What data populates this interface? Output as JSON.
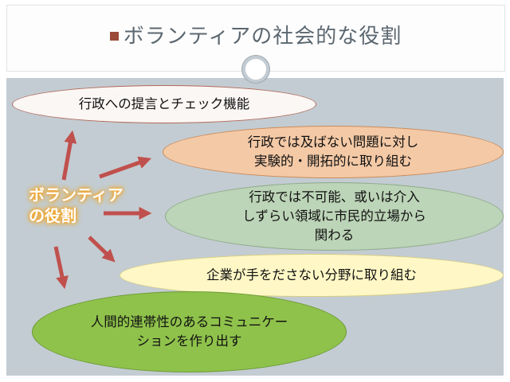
{
  "slide": {
    "title": "ボランティアの社会的な役割",
    "center_label_lines": [
      "ボランティア",
      "の役割"
    ],
    "items": [
      {
        "lines": [
          "行政への提言とチェック機能"
        ]
      },
      {
        "lines": [
          "行政では及ばない問題に対し",
          "実験的・開拓的に取り組む"
        ]
      },
      {
        "lines": [
          "行政では不可能、或いは介入",
          "しずらい領域に市民的立場から",
          "関わる"
        ]
      },
      {
        "lines": [
          "企業が手をださない分野に取り組む"
        ]
      },
      {
        "lines": [
          "人間的連帯性のあるコミュニケー",
          "ションを作り出す"
        ]
      }
    ]
  },
  "colors": {
    "title_text": "#5b6770",
    "title_bullet": "#9a4a38",
    "body_background": "#c3ccd2",
    "arrow": "#c0504d",
    "label_glow": "#f6a11d"
  }
}
